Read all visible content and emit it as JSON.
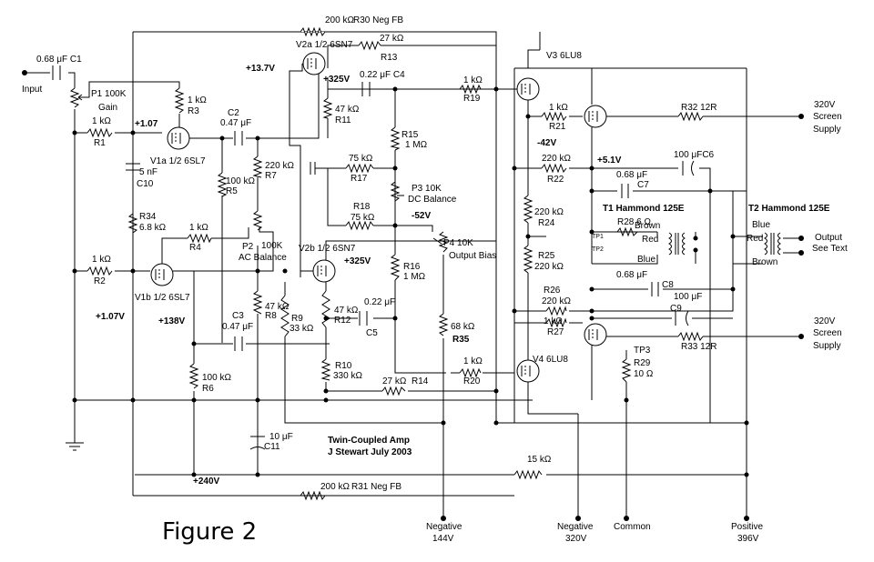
{
  "title": {
    "line1": "Twin-Coupled Amp",
    "line2": "J Stewart  July 2003"
  },
  "figure_label": "Figure 2",
  "tubes": {
    "v1a": "V1a  1/2 6SL7",
    "v1b": "V1b  1/2 6SL7",
    "v2a": "V2a  1/2 6SN7",
    "v2b": "V2b  1/2 6SN7",
    "v3": "V3  6LU8",
    "v4": "V4  6LU8"
  },
  "resistors": {
    "r1": {
      "value": "1 kΩ",
      "name": "R1"
    },
    "r2": {
      "value": "1 kΩ",
      "name": "R2"
    },
    "r3": {
      "value": "1 kΩ",
      "name": "R3"
    },
    "r4": {
      "value": "1 kΩ",
      "name": "R4"
    },
    "r5": {
      "value": "100 kΩ",
      "name": "R5"
    },
    "r6": {
      "value": "100 kΩ",
      "name": "R6"
    },
    "r7": {
      "value": "220 kΩ",
      "name": "R7"
    },
    "r8": {
      "value": "47 kΩ",
      "name": "R8"
    },
    "r9": {
      "value": "33 kΩ",
      "name": "R9"
    },
    "r10": {
      "value": "330 kΩ",
      "name": "R10"
    },
    "r11": {
      "value": "47 kΩ",
      "name": "R11"
    },
    "r12": {
      "value": "47 kΩ",
      "name": "R12"
    },
    "r13": {
      "value": "27 kΩ",
      "name": "R13"
    },
    "r14": {
      "value": "27 kΩ",
      "name": "R14"
    },
    "r15": {
      "value": "1 MΩ",
      "name": "R15"
    },
    "r16": {
      "value": "1 MΩ",
      "name": "R16"
    },
    "r17": {
      "value": "75 kΩ",
      "name": "R17"
    },
    "r18": {
      "value": "75 kΩ",
      "name": "R18"
    },
    "r19": {
      "value": "1 kΩ",
      "name": "R19"
    },
    "r20": {
      "value": "1 kΩ",
      "name": "R20"
    },
    "r21": {
      "value": "1 kΩ",
      "name": "R21"
    },
    "r22": {
      "value": "220 kΩ",
      "name": "R22"
    },
    "r24": {
      "value": "220 kΩ",
      "name": "R24"
    },
    "r25": {
      "value": "220 kΩ",
      "name": "R25"
    },
    "r26": {
      "value": "220 kΩ",
      "name": "R26"
    },
    "r27": {
      "value": "1 kΩ",
      "name": "R27"
    },
    "r28": {
      "value": "R28  6 Ω"
    },
    "r29": {
      "value": "10 Ω",
      "name": "R29"
    },
    "r30": {
      "value": "200 kΩ",
      "name": "R30 Neg FB"
    },
    "r31": {
      "value": "200 kΩ",
      "name": "R31 Neg FB"
    },
    "r32": {
      "value": "R32  12R"
    },
    "r33": {
      "value": "R33  12R"
    },
    "r34": {
      "value": "6.8 kΩ",
      "name": "R34"
    },
    "r35": {
      "value": "68 kΩ",
      "name": "R35"
    },
    "r15k": {
      "value": "15 kΩ"
    }
  },
  "capacitors": {
    "c1": {
      "value": "0.68 μF C1"
    },
    "c2": {
      "value": "0.47 μF",
      "name": "C2"
    },
    "c3": {
      "value": "0.47 μF",
      "name": "C3"
    },
    "c4": {
      "value": "0.22 μF C4"
    },
    "c5": {
      "value": "0.22 μF",
      "name": "C5"
    },
    "c6": {
      "value": "100 μFC6"
    },
    "c7": {
      "value": "0.68 μF",
      "name": "C7"
    },
    "c8": {
      "value": "0.68 μF",
      "name": "C8"
    },
    "c9": {
      "value": "100 μF",
      "name": "C9"
    },
    "c10": {
      "value": "5 nF",
      "name": "C10"
    },
    "c11": {
      "value": "10 μF",
      "name": "C11"
    }
  },
  "pots": {
    "p1": {
      "value": "P1 100K",
      "name": "Gain"
    },
    "p2": {
      "value": "100K",
      "name": "P2",
      "func": "AC Balance"
    },
    "p3": {
      "value": "P3  10K",
      "func": "DC Balance"
    },
    "p4": {
      "value": "P4  10K",
      "func": "Output Bias"
    }
  },
  "voltages": {
    "v_13_7": "+13.7V",
    "v_325a": "+325V",
    "v_325b": "+325V",
    "v_1_07a": "+1.07",
    "v_1_07b": "+1.07V",
    "v_138": "+138V",
    "v_240": "+240V",
    "v_m42": "-42V",
    "v_m52": "-52V",
    "v_5_1": "+5.1V"
  },
  "transformers": {
    "t1": "T1 Hammond 125E",
    "t2": "T2 Hammond 125E",
    "t1_brown": "Brown",
    "t1_red": "Red",
    "t1_blue": "Blue",
    "t2_blue": "Blue",
    "t2_red": "Red",
    "t2_brown": "Brown",
    "tp1": "TP1",
    "tp2": "TP2",
    "tp3": "TP3"
  },
  "terminals": {
    "input": "Input",
    "output": "Output",
    "output2": "See Text",
    "screen_top": [
      "320V",
      "Screen",
      "Supply"
    ],
    "screen_bot": [
      "320V",
      "Screen",
      "Supply"
    ],
    "neg144": [
      "Negative",
      "144V"
    ],
    "neg320": [
      "Negative",
      "320V"
    ],
    "common": "Common",
    "pos396": [
      "Positive",
      "396V"
    ]
  }
}
